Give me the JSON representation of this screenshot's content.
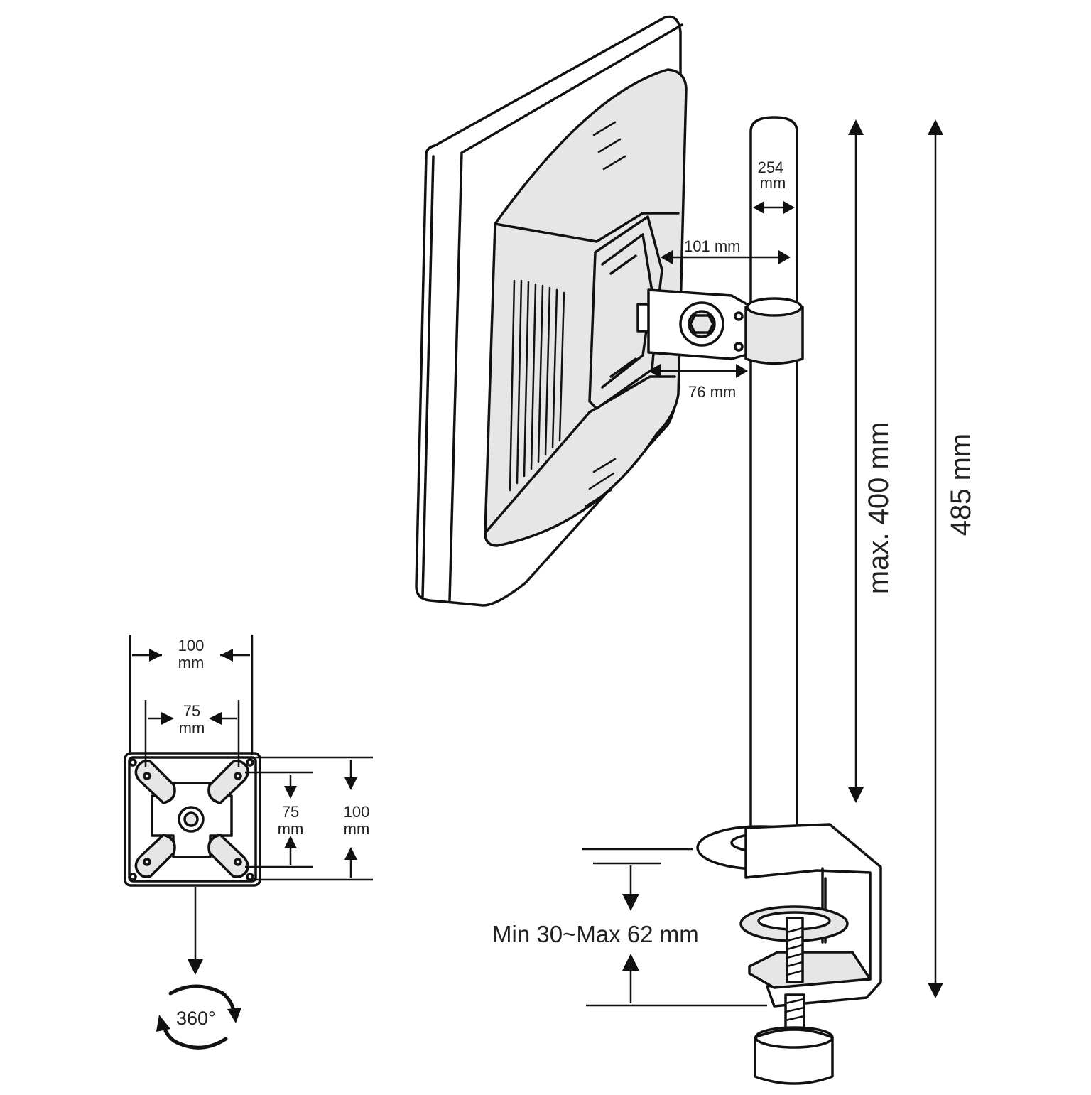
{
  "diagram": {
    "labels": {
      "pole_diameter": "254\nmm",
      "arm_reach": "101 mm",
      "arm_depth": "76 mm",
      "height_adjust": "max. 400 mm",
      "total_height": "485 mm",
      "clamp_range": "Min 30~Max 62 mm",
      "vesa_outer_w": "100\nmm",
      "vesa_inner_w": "75\nmm",
      "vesa_inner_h": "75\nmm",
      "vesa_outer_h": "100\nmm",
      "rotation": "360°"
    },
    "colors": {
      "line": "#111111",
      "fill": "#e6e6e6",
      "background": "#ffffff"
    }
  }
}
